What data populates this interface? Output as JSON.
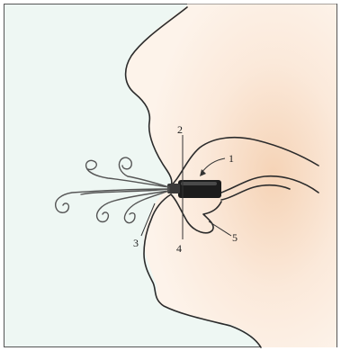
{
  "colors": {
    "background": "#eef7f3",
    "skin": "#fdf3ea",
    "skin_shade": "#f7dcc6",
    "outline": "#2b2b2b",
    "cigarette": "#1c1c1c",
    "frame": "#555555"
  },
  "callouts": [
    {
      "id": "1",
      "label": "1"
    },
    {
      "id": "2",
      "label": "2"
    },
    {
      "id": "3",
      "label": "3"
    },
    {
      "id": "4",
      "label": "4"
    },
    {
      "id": "5",
      "label": "5"
    }
  ]
}
